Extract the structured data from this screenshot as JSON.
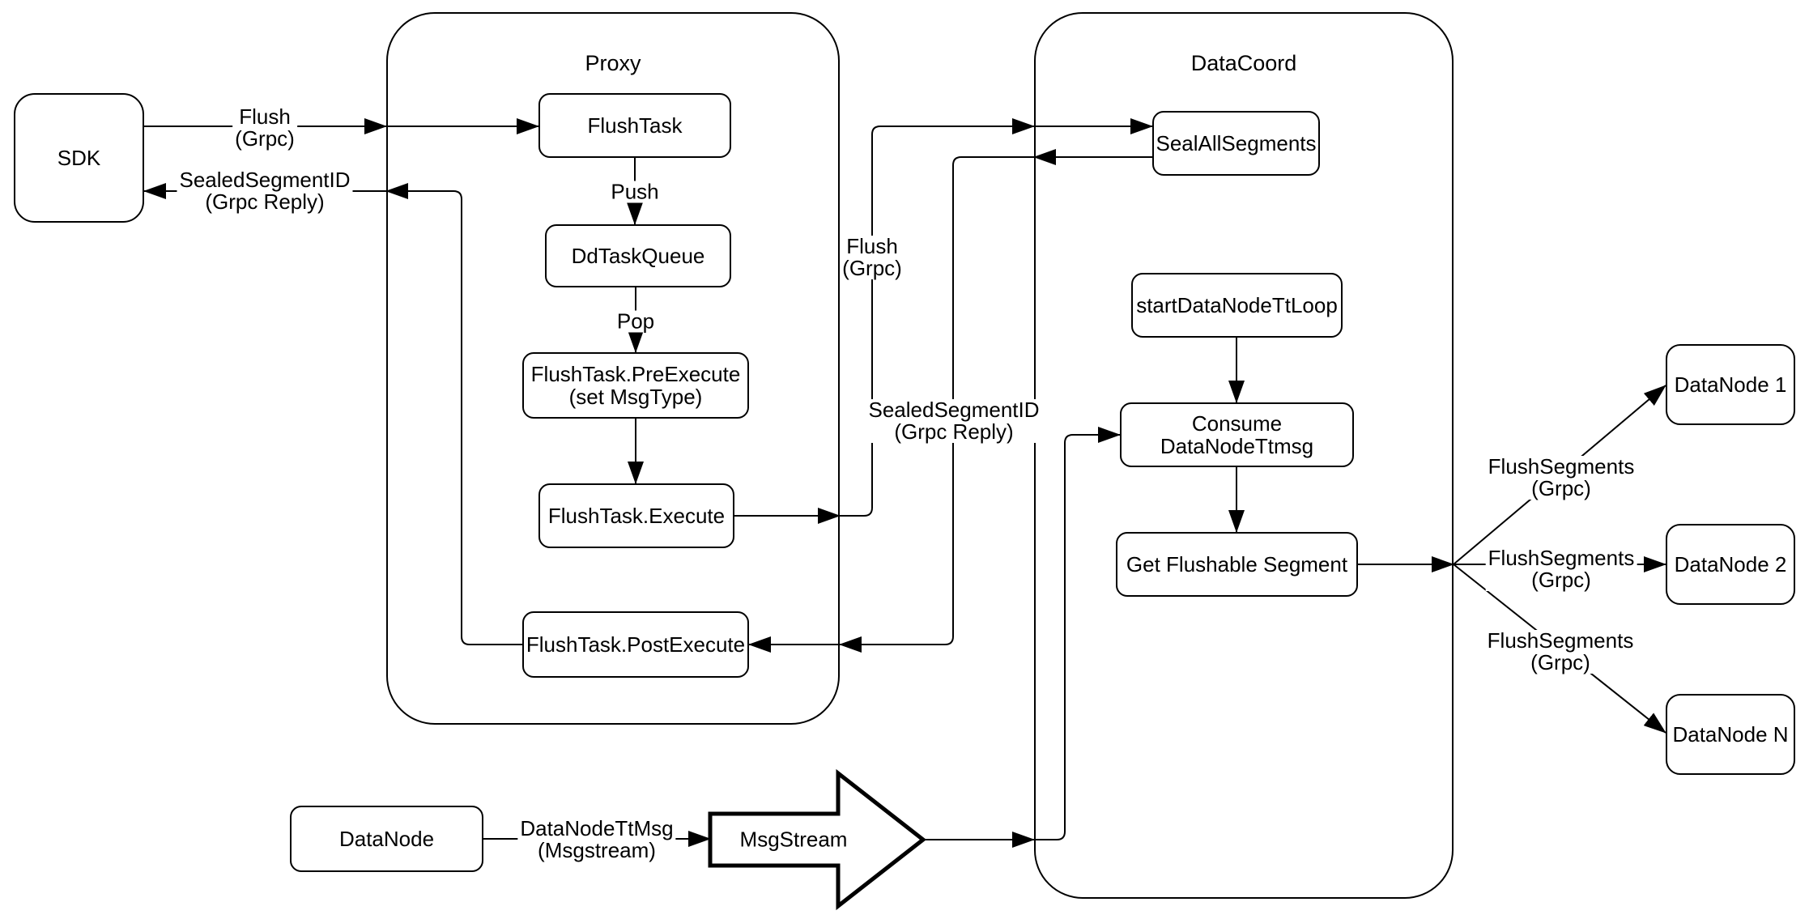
{
  "containers": {
    "proxy": {
      "label": "Proxy"
    },
    "datacoord": {
      "label": "DataCoord"
    }
  },
  "nodes": {
    "sdk": {
      "label": "SDK"
    },
    "flushtask": {
      "label": "FlushTask"
    },
    "ddtaskqueue": {
      "label": "DdTaskQueue"
    },
    "preexecute": {
      "line1": "FlushTask.PreExecute",
      "line2": "(set MsgType)"
    },
    "execute": {
      "label": "FlushTask.Execute"
    },
    "postexecute": {
      "label": "FlushTask.PostExecute"
    },
    "sealallsegments": {
      "label": "SealAllSegments"
    },
    "startdatanodettloop": {
      "label": "startDataNodeTtLoop"
    },
    "consumedatanodettmsg": {
      "label": "Consume DataNodeTtmsg"
    },
    "getflushablesegment": {
      "label": "Get Flushable Segment"
    },
    "datanode1": {
      "label": "DataNode 1"
    },
    "datanode2": {
      "label": "DataNode 2"
    },
    "datanoden": {
      "label": "DataNode N"
    },
    "datanode": {
      "label": "DataNode"
    },
    "msgstream": {
      "label": "MsgStream"
    }
  },
  "edges": {
    "flush_sdk": {
      "line1": "Flush",
      "line2": "(Grpc)"
    },
    "sealed_sdk": {
      "line1": "SealedSegmentID",
      "line2": "(Grpc Reply)"
    },
    "push": {
      "label": "Push"
    },
    "pop": {
      "label": "Pop"
    },
    "flush_dc": {
      "line1": "Flush",
      "line2": "(Grpc)"
    },
    "sealed_dc": {
      "line1": "SealedSegmentID",
      "line2": "(Grpc Reply)"
    },
    "fs1": {
      "line1": "FlushSegments",
      "line2": "(Grpc)"
    },
    "fs2": {
      "line1": "FlushSegments",
      "line2": "(Grpc)"
    },
    "fs3": {
      "line1": "FlushSegments",
      "line2": "(Grpc)"
    },
    "dnttmsg": {
      "line1": "DataNodeTtMsg",
      "line2": "(Msgstream)"
    }
  },
  "colors": {
    "stroke": "#000000",
    "background": "#ffffff",
    "node_fill": "#ffffff"
  }
}
